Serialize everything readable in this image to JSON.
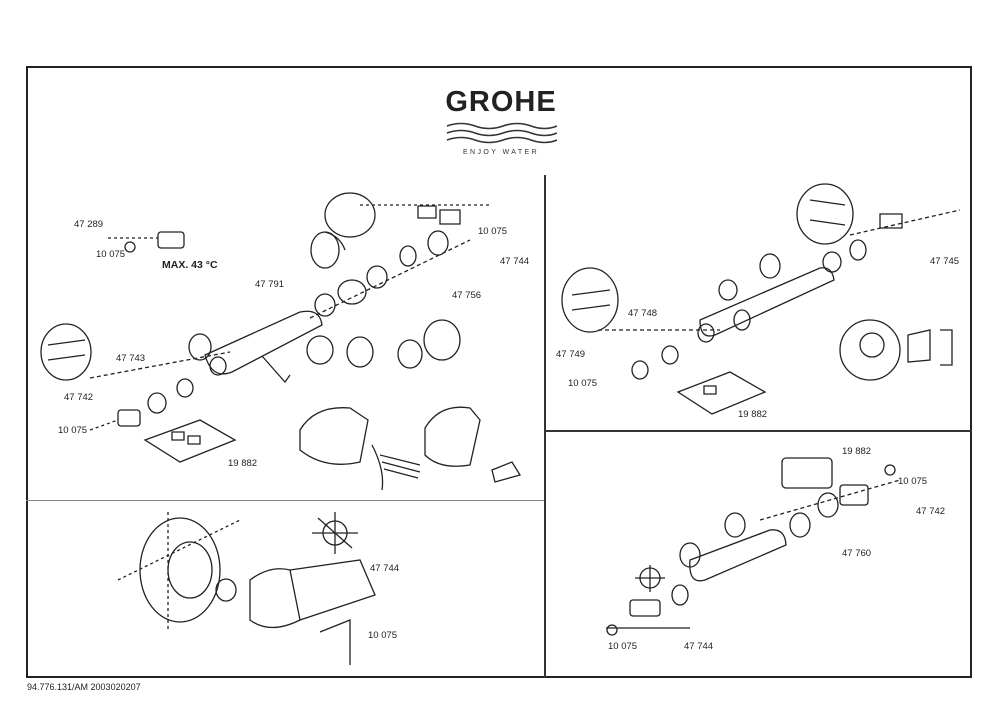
{
  "brand": {
    "name": "GROHE",
    "tagline": "ENJOY WATER"
  },
  "labels": {
    "p1_47289": "47 289",
    "p1_10075_top": "10 075",
    "p1_max_temp": "MAX. 43 °C",
    "p1_47791": "47 791",
    "p1_10075_right": "10 075",
    "p1_47744": "47 744",
    "p1_47756": "47 756",
    "p1_47743": "47 743",
    "p1_47742": "47 742",
    "p1_10075_left": "10 075",
    "p1_19882": "19 882",
    "p2_47745": "47 745",
    "p2_47748": "47 748",
    "p2_47749": "47 749",
    "p2_10075": "10 075",
    "p2_19882": "19 882",
    "p3_47744": "47 744",
    "p3_10075": "10 075",
    "p4_19882": "19 882",
    "p4_10075": "10 075",
    "p4_47742": "47 742",
    "p4_47760": "47 760",
    "p4_10075_bottom": "10 075",
    "p4_47744": "47 744"
  },
  "footer": {
    "doc_code": "94.776.131/AM 2003020207"
  }
}
